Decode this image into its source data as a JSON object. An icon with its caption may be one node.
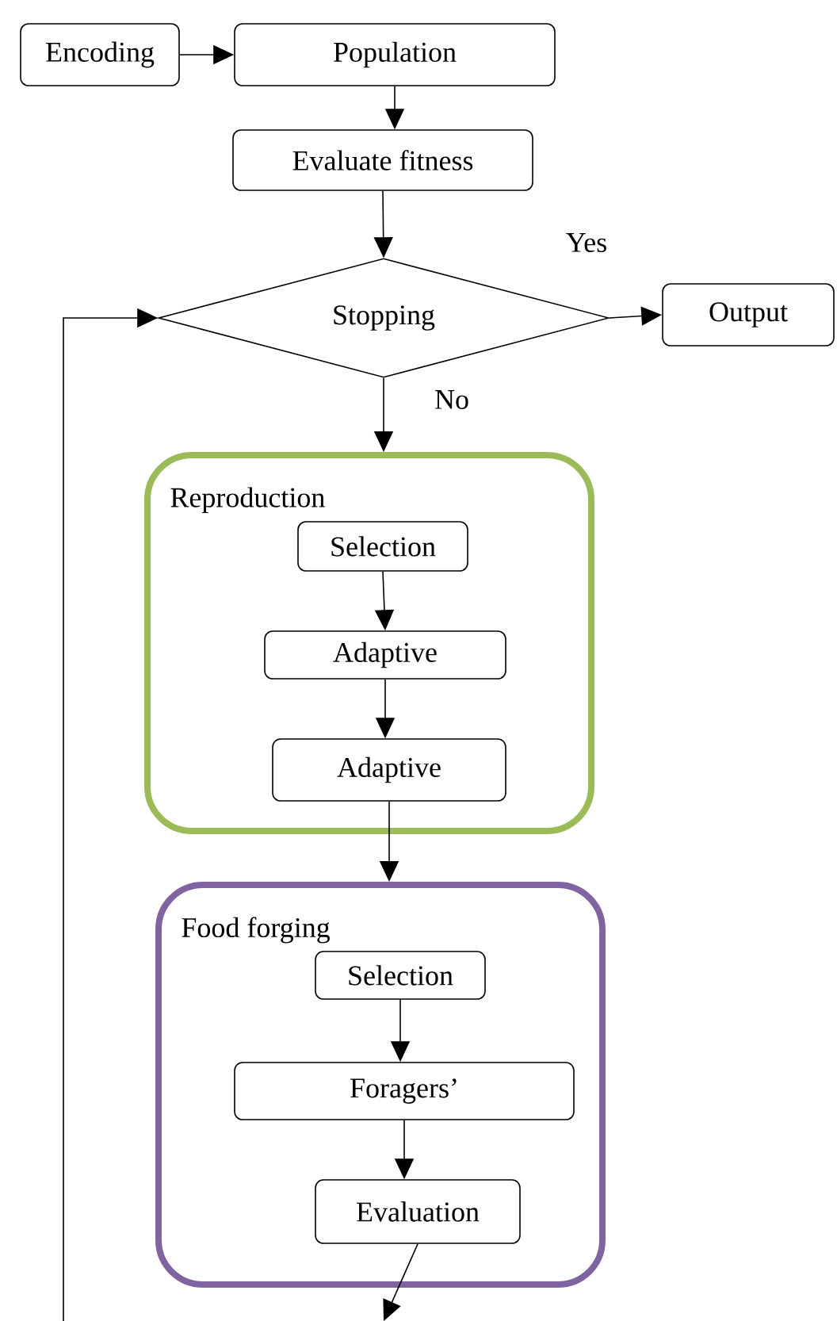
{
  "diagram": {
    "nodes": [
      {
        "text": [
          "Encoding"
        ]
      },
      {
        "text": [
          "Population"
        ]
      },
      {
        "text": [
          "Evaluate fitness"
        ]
      },
      {
        "text": [
          "Stopping"
        ]
      },
      {
        "text": [
          "Output"
        ]
      },
      {
        "text": [
          "Reproduction"
        ]
      },
      {
        "text": [
          "Selection"
        ],
        "in": 5
      },
      {
        "text": [
          "Adaptive"
        ],
        "in": 5
      },
      {
        "text": [
          "Adaptive"
        ],
        "in": 5
      },
      {
        "text": [
          "Food forging"
        ]
      },
      {
        "text": [
          "Selection"
        ],
        "in": 9
      },
      {
        "text": [
          "Foragers’"
        ],
        "in": 9
      },
      {
        "text": [
          "Evaluation"
        ],
        "in": 9
      }
    ],
    "edges": [
      {
        "from": 0,
        "to": 1,
        "arrow": "to"
      },
      {
        "from": 1,
        "to": 2,
        "arrow": "to"
      },
      {
        "from": 2,
        "to": 3,
        "arrow": "to"
      },
      {
        "from": 3,
        "to": 4,
        "arrow": "to",
        "label": "Yes"
      },
      {
        "from": 3,
        "to": 5,
        "arrow": "to",
        "label": "No"
      },
      {
        "from": 6,
        "to": 7,
        "arrow": "to"
      },
      {
        "from": 7,
        "to": 8,
        "arrow": "to"
      },
      {
        "from": 8,
        "to": 9,
        "arrow": "to"
      },
      {
        "from": 10,
        "to": 11,
        "arrow": "to"
      },
      {
        "from": 11,
        "to": 12,
        "arrow": "to"
      },
      {
        "from": 12,
        "to": null,
        "arrow": "to"
      },
      {
        "from": null,
        "to": 3,
        "arrow": "to"
      }
    ]
  }
}
